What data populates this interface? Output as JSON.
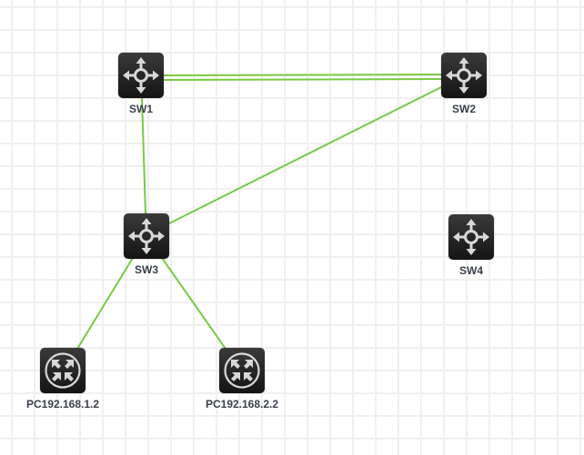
{
  "diagram": {
    "type": "network-topology",
    "link_color": "#7ac943",
    "icon_color": "#d8d8d8",
    "nodes": [
      {
        "id": "sw1",
        "label": "SW1",
        "kind": "switch"
      },
      {
        "id": "sw2",
        "label": "SW2",
        "kind": "switch"
      },
      {
        "id": "sw3",
        "label": "SW3",
        "kind": "switch"
      },
      {
        "id": "sw4",
        "label": "SW4",
        "kind": "switch"
      },
      {
        "id": "pc1",
        "label": "PC192.168.1.2",
        "kind": "pc"
      },
      {
        "id": "pc2",
        "label": "PC192.168.2.2",
        "kind": "pc"
      }
    ],
    "links": [
      {
        "from": "SW1",
        "to": "SW2",
        "count": 2
      },
      {
        "from": "SW1",
        "to": "SW3",
        "count": 1
      },
      {
        "from": "SW2",
        "to": "SW3",
        "count": 1
      },
      {
        "from": "SW3",
        "to": "PC192.168.1.2",
        "count": 1
      },
      {
        "from": "SW3",
        "to": "PC192.168.2.2",
        "count": 1
      }
    ]
  }
}
